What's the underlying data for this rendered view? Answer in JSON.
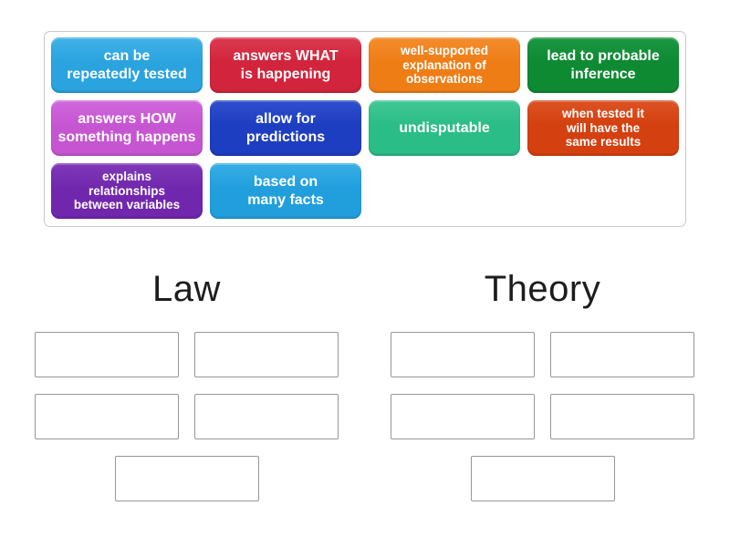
{
  "activity": {
    "word_bank": {
      "tiles": [
        {
          "label": "can be\nrepeatedly tested",
          "color": "#2aa3df",
          "color_top": "#41b2e8"
        },
        {
          "label": "answers WHAT\nis happening",
          "color": "#d2243c",
          "color_top": "#da3a50"
        },
        {
          "label": "well-supported\nexplanation of\nobservations",
          "color": "#ef7d15",
          "color_top": "#f38d2e"
        },
        {
          "label": "lead to probable\ninference",
          "color": "#0e8a33",
          "color_top": "#1d9742"
        },
        {
          "label": "answers HOW\nsomething happens",
          "color": "#c655d2",
          "color_top": "#d168dc"
        },
        {
          "label": "allow for\npredictions",
          "color": "#1e3ec1",
          "color_top": "#2f4fcc"
        },
        {
          "label": "undisputable",
          "color": "#2bbd87",
          "color_top": "#41c796"
        },
        {
          "label": "when tested it\nwill have the\nsame results",
          "color": "#d4400f",
          "color_top": "#dc5324"
        },
        {
          "label": "explains\nrelationships\nbetween variables",
          "color": "#7127ad",
          "color_top": "#7f39b8"
        },
        {
          "label": "based on\nmany facts",
          "color": "#219fdd",
          "color_top": "#38aee6"
        }
      ]
    },
    "groups": [
      {
        "name": "Law",
        "empty_slot_count": 5
      },
      {
        "name": "Theory",
        "empty_slot_count": 5
      }
    ],
    "colors": {
      "tray_border": "#c9c9cd",
      "slot_border": "#979799",
      "group_title_text": "#1d1d1f",
      "tile_text": "#ffffff",
      "page_background": "#ffffff"
    }
  }
}
